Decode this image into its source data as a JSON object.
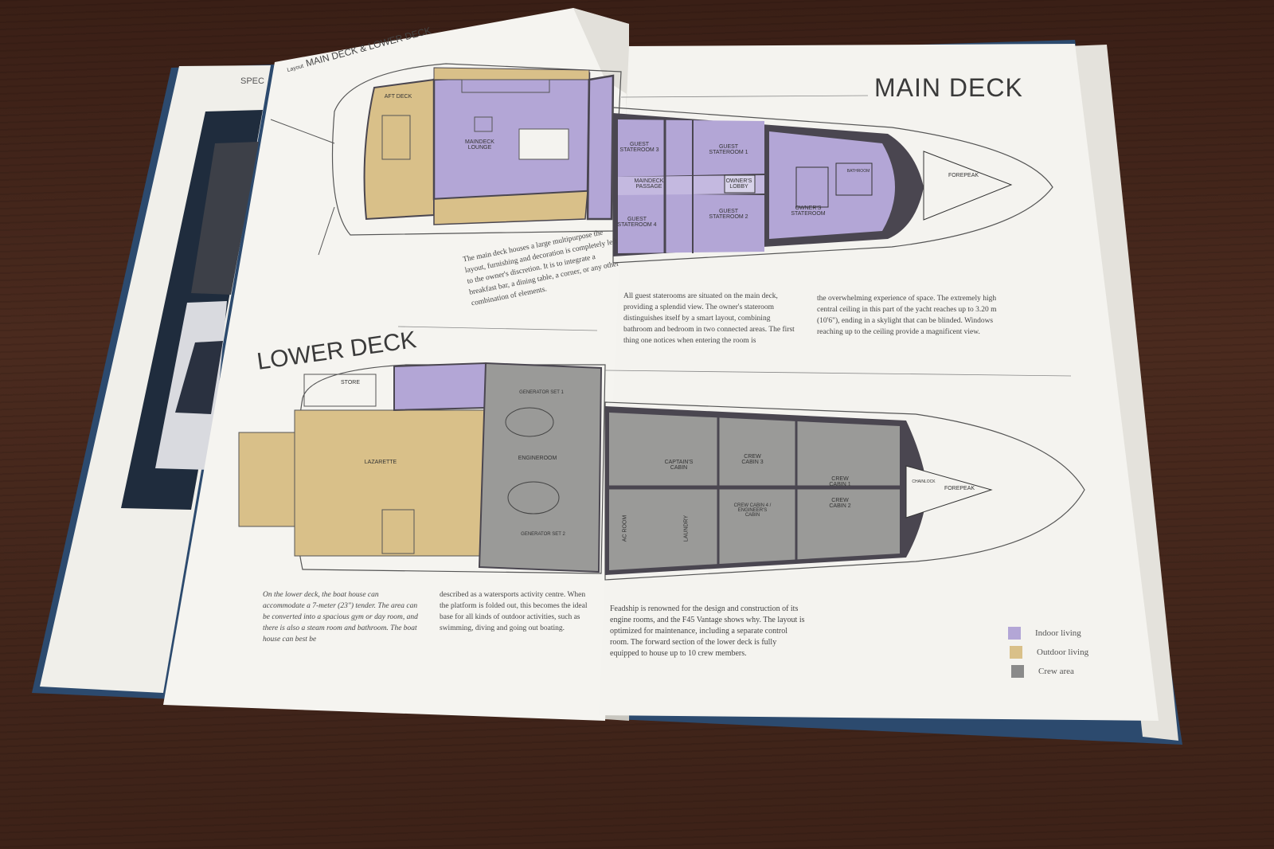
{
  "book": {
    "left_header": "MAIN DECK & LOWER DECK",
    "left_header_prefix": "Layout",
    "under_page_header": "SPEC",
    "main_deck_title": "MAIN DECK",
    "lower_deck_title": "LOWER DECK"
  },
  "main_deck_labels": {
    "aft_deck": "AFT DECK",
    "lounge": "MAINDECK LOUNGE",
    "guest3": "GUEST STATEROOM 3",
    "guest1": "GUEST STATEROOM 1",
    "guest2": "GUEST STATEROOM 2",
    "guest4": "GUEST STATEROOM 4",
    "passage": "MAINDECK PASSAGE",
    "owners_lobby": "OWNER'S LOBBY",
    "owners_stateroom": "OWNER'S STATEROOM",
    "forepeak": "FOREPEAK",
    "bathroom": "BATHROOM"
  },
  "lower_deck_labels": {
    "lazarette": "LAZARETTE",
    "engineroom": "ENGINEROOM",
    "captains_cabin": "CAPTAIN'S CABIN",
    "crew_cabin_3": "CREW CABIN 3",
    "crew_cabin_1": "CREW CABIN 1",
    "crew_cabin_2": "CREW CABIN 2",
    "crew_cabin_4": "CREW CABIN 4 / ENGINEER'S CABIN",
    "laundry": "LAUNDRY",
    "ac_room": "AC ROOM",
    "forepeak": "FOREPEAK",
    "chainlocker": "CHAINLOCK",
    "generator_1": "GENERATOR SET 1",
    "generator_2": "GENERATOR SET 2",
    "store": "STORE"
  },
  "text": {
    "main_left": "The main deck houses a large multipurpose the layout, furnishing and decoration is completely left to the owner's discretion. It is to integrate a breakfast bar, a dining table, a corner, or any other combination of elements.",
    "main_right_col1": "All guest staterooms are situated on the main deck, providing a splendid view. The owner's stateroom distinguishes itself by a smart layout, combining bathroom and bedroom in two connected areas. The first thing one notices when entering the room is",
    "main_right_col2": "the overwhelming experience of space. The extremely high central ceiling in this part of the yacht reaches up to 3.20 m (10'6\"), ending in a skylight that can be blinded. Windows reaching up to the ceiling provide a magnificent view.",
    "lower_left_col1": "On the lower deck, the boat house can accommodate a 7-meter (23\") tender. The area can be converted into a spacious gym or day room, and there is also a steam room and bathroom. The boat house can best be",
    "lower_left_col2": "described as a watersports activity centre. When the platform is folded out, this becomes the ideal base for all kinds of outdoor activities, such as swimming, diving and going out boating.",
    "lower_right": "Feadship is renowned for the design and construction of its engine rooms, and the F45 Vantage shows why. The layout is optimized for maintenance, including a separate control room. The forward section of the lower deck is fully equipped to house up to 10 crew members."
  },
  "legend": [
    {
      "label": "Indoor living",
      "color": "#b3a6d6"
    },
    {
      "label": "Outdoor living",
      "color": "#d9c089"
    },
    {
      "label": "Crew area",
      "color": "#8a8a8a"
    }
  ],
  "colors": {
    "indoor": "#b3a6d6",
    "outdoor": "#d9c089",
    "crew": "#9a9a98",
    "wall": "#4a4650",
    "table": "#3a1f16",
    "cover_blue": "#2c4a6e",
    "paper": "#f4f3ef"
  }
}
